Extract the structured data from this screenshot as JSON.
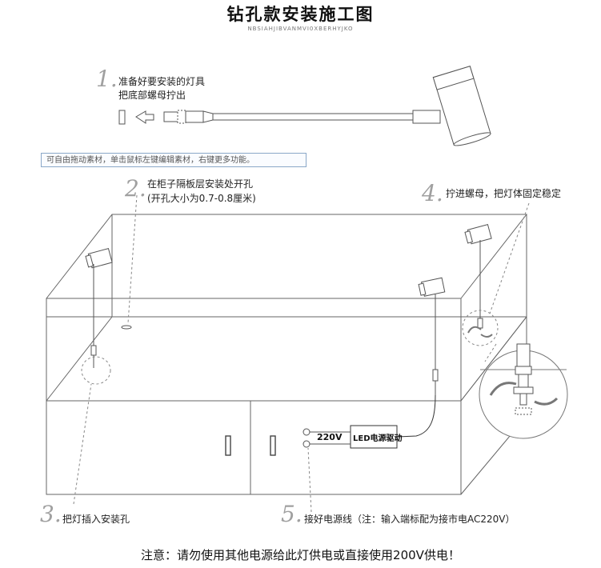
{
  "header": {
    "title": "钻孔款安装施工图",
    "subtitle": "NBSIAHJIBVANMVI0XBERHYJKO"
  },
  "tip_bar": "可自由拖动素材，单击鼠标左键编辑素材，右键更多功能。",
  "steps": [
    {
      "number": "1.",
      "lines": [
        "准备好要安装的灯具",
        "把底部螺母拧出"
      ]
    },
    {
      "number": "2.",
      "lines": [
        "在柜子隔板层安装处开孔",
        "(开孔大小为0.7-0.8厘米)"
      ]
    },
    {
      "number": "3.",
      "lines": [
        "把灯插入安装孔"
      ]
    },
    {
      "number": "4.",
      "lines": [
        "拧进螺母，把灯体固定稳定"
      ]
    },
    {
      "number": "5.",
      "lines": [
        "接好电源线（注：输入端标配为接市电AC220V）"
      ]
    }
  ],
  "driver": {
    "voltage_label": "220V",
    "box_label": "LED电源驱动"
  },
  "notice": "注意：请勿使用其他电源给此灯供电或直接使用200V供电！"
}
